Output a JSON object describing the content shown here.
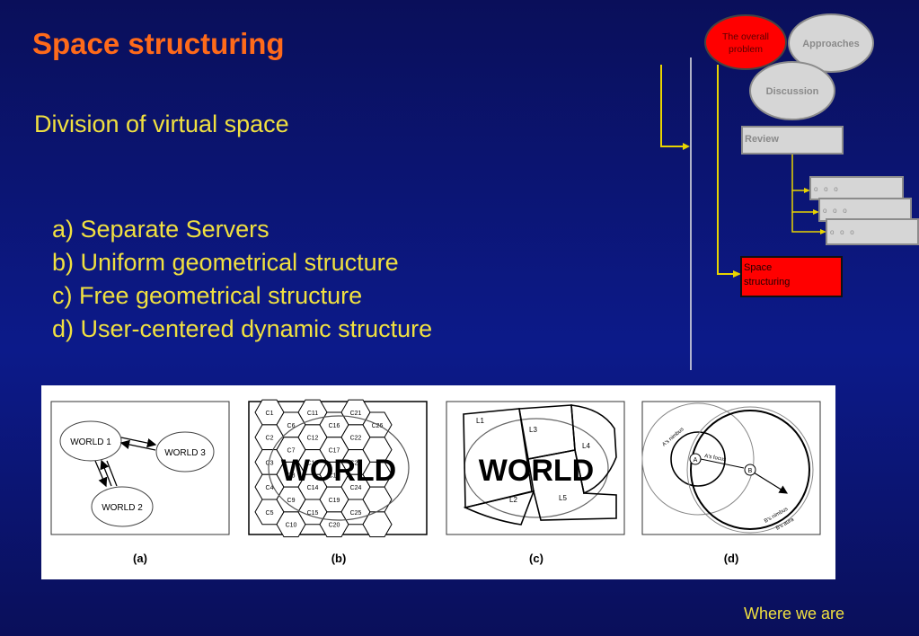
{
  "slide": {
    "title": "Space structuring",
    "subtitle": "Division of virtual space",
    "bullets": [
      "a) Separate Servers",
      "b) Uniform geometrical structure",
      "c) Free geometrical structure",
      "d) User-centered dynamic structure"
    ],
    "footer": "Where we are"
  },
  "nav": {
    "overall_line1": "The overall",
    "overall_line2": "problem",
    "approaches": "Approaches",
    "discussion": "Discussion",
    "review": "Review",
    "dots": "o   o   o",
    "space_line1": "Space",
    "space_line2": "structuring"
  },
  "figure": {
    "a": {
      "world1": "WORLD 1",
      "world2": "WORLD 2",
      "world3": "WORLD 3",
      "caption": "(a)"
    },
    "b": {
      "world": "WORLD",
      "caption": "(b)",
      "cells": [
        "C1",
        "C2",
        "C3",
        "C4",
        "C5",
        "C6",
        "C7",
        "C8",
        "C9",
        "C10",
        "C11",
        "C12",
        "C13",
        "C14",
        "C15",
        "C16",
        "C17",
        "C18",
        "C19",
        "C20",
        "C21",
        "C22",
        "C23",
        "C24",
        "C25",
        "C26"
      ]
    },
    "c": {
      "world": "WORLD",
      "caption": "(c)",
      "regions": [
        "L1",
        "L2",
        "L3",
        "L4",
        "L5"
      ]
    },
    "d": {
      "caption": "(d)",
      "a": "A",
      "b": "B",
      "a_nimbus": "A's nimbus",
      "a_focus": "A's focus",
      "b_nimbus": "B's nimbus",
      "b_aura": "B's aura"
    }
  },
  "colors": {
    "title": "#ff6a1a",
    "text": "#f0e040",
    "nav_highlight": "#ff0000",
    "nav_grey": "#d6d6d6",
    "nav_line": "#e8d400"
  }
}
